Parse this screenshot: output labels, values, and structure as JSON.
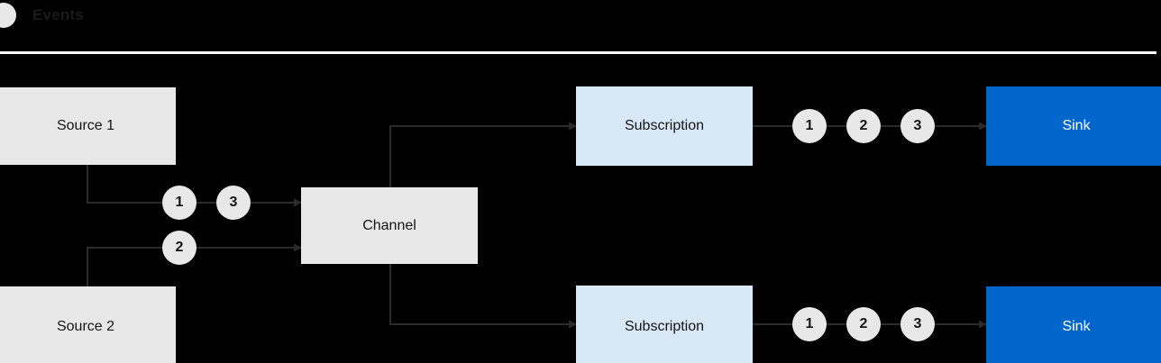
{
  "legend": {
    "dot_icon": "event-dot-icon",
    "label": "Events",
    "dot_color": "#e8e8e8"
  },
  "divider": {
    "color": "#ffffff"
  },
  "colors": {
    "background": "#000000",
    "node_gray": "#e8e8e8",
    "node_light_blue": "#d9e8f7",
    "node_blue": "#0066cc",
    "edge": "#2b2b2b",
    "text_dark": "#151515",
    "text_light": "#ffffff"
  },
  "nodes": {
    "source1": {
      "label": "Source 1",
      "style": "gray"
    },
    "source2": {
      "label": "Source 2",
      "style": "gray"
    },
    "channel": {
      "label": "Channel",
      "style": "gray"
    },
    "subscription1": {
      "label": "Subscription",
      "style": "light-blue"
    },
    "subscription2": {
      "label": "Subscription",
      "style": "light-blue"
    },
    "sink1": {
      "label": "Sink",
      "style": "blue"
    },
    "sink2": {
      "label": "Sink",
      "style": "blue"
    }
  },
  "tokens": {
    "source1_to_channel": [
      "1",
      "3"
    ],
    "source2_to_channel": [
      "2"
    ],
    "subscription1_to_sink1": [
      "1",
      "2",
      "3"
    ],
    "subscription2_to_sink2": [
      "1",
      "2",
      "3"
    ]
  }
}
